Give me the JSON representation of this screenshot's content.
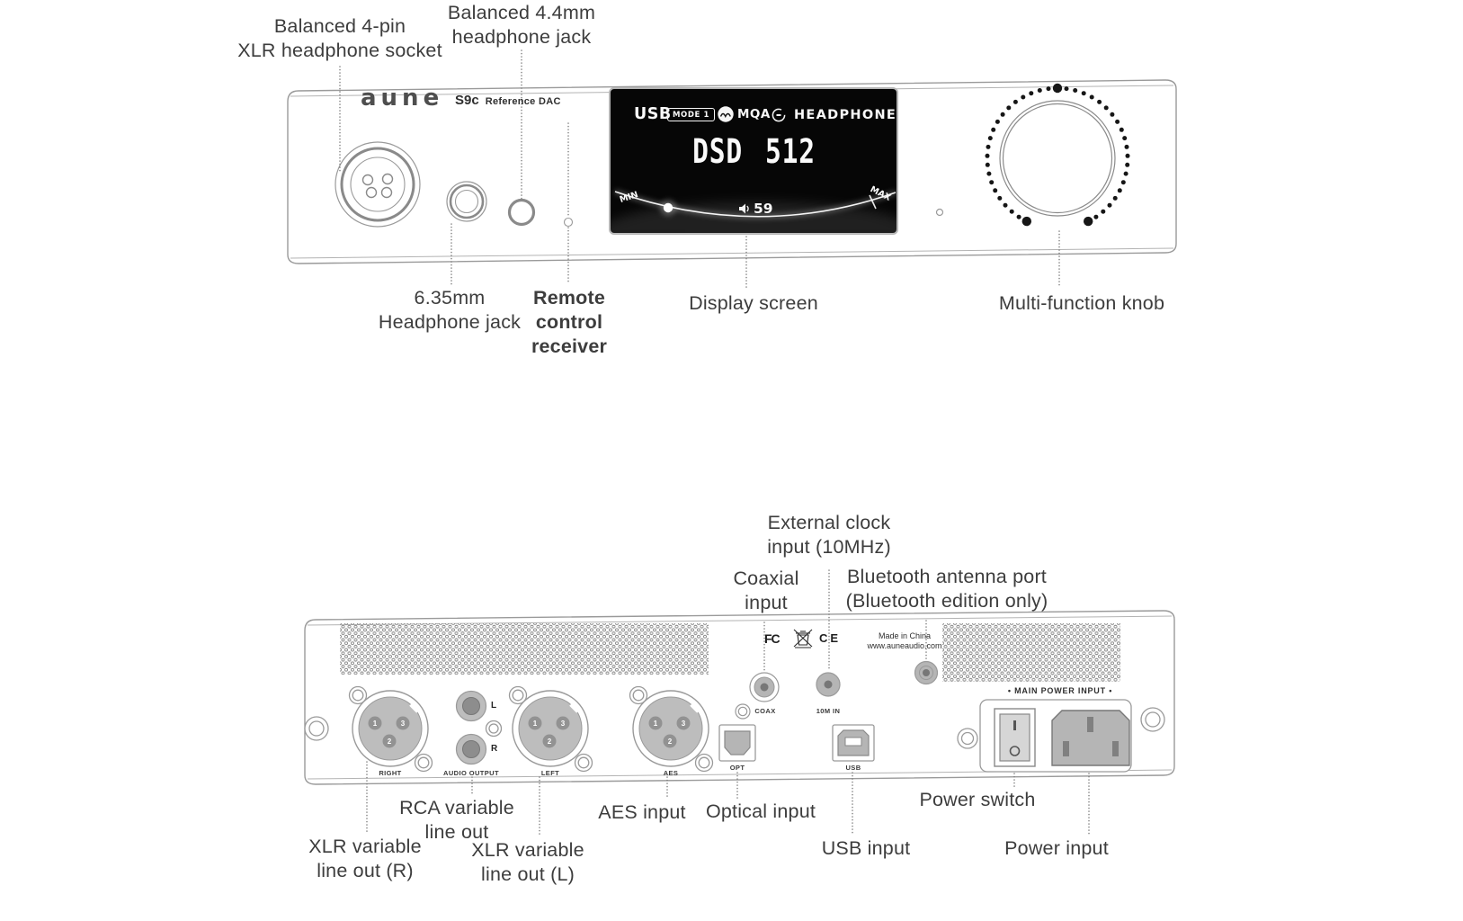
{
  "device": {
    "brand": "aune",
    "model": "S9c",
    "model_desc": "Reference DAC"
  },
  "front_display": {
    "source": "USB",
    "mode_badge": "MODE 1",
    "mqa_label": "MQA",
    "output_mode": "HEADPHONE",
    "format": "DSD 512",
    "min_label": "MIN",
    "max_label": "MAX",
    "volume": "59"
  },
  "front_callouts": {
    "xlr4": "Balanced 4-pin\nXLR headphone socket",
    "jack44": "Balanced 4.4mm\nheadphone jack",
    "jack635": "6.35mm\nHeadphone jack",
    "remote": "Remote\ncontrol\nreceiver",
    "screen": "Display screen",
    "knob": "Multi-function knob"
  },
  "back_callouts": {
    "ext_clock": "External clock\ninput (10MHz)",
    "coaxial": "Coaxial\ninput",
    "bluetooth": "Bluetooth antenna port\n(Bluetooth edition only)",
    "xlr_r": "XLR variable\nline out (R)",
    "rca": "RCA variable\nline out",
    "xlr_l": "XLR variable\nline out (L)",
    "aes": "AES input",
    "optical": "Optical input",
    "usb": "USB input",
    "power_switch": "Power switch",
    "power_input": "Power input"
  },
  "back_marks": {
    "fcc": "FC",
    "ce": "CE",
    "made_in": "Made in China\nwww.auneaudio.com",
    "main_power": "• MAIN POWER INPUT •"
  },
  "back_port_labels": {
    "right": "RIGHT",
    "audio_output": "AUDIO OUTPUT",
    "left": "LEFT",
    "aes": "AES",
    "coax": "COAX",
    "clock_in": "10M IN",
    "opt": "OPT",
    "usb": "USB",
    "rca_l": "L",
    "rca_r": "R"
  },
  "xlr_pins": [
    "1",
    "2",
    "3"
  ]
}
